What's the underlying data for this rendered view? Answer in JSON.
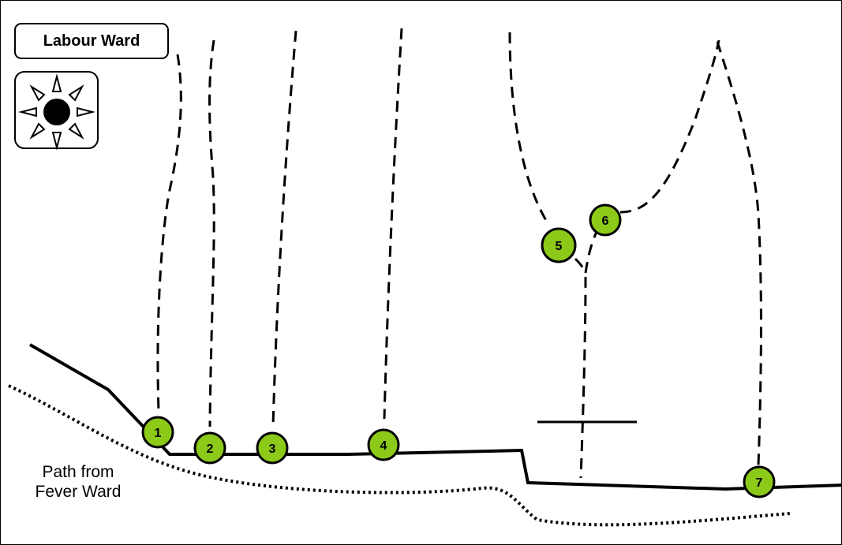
{
  "title": "Labour Ward",
  "sun_icon": "sun-icon",
  "path_label": "Path from\nFever Ward",
  "marker_fill": "#8cc919",
  "markers": [
    "1",
    "2",
    "3",
    "4",
    "5",
    "6",
    "7"
  ]
}
